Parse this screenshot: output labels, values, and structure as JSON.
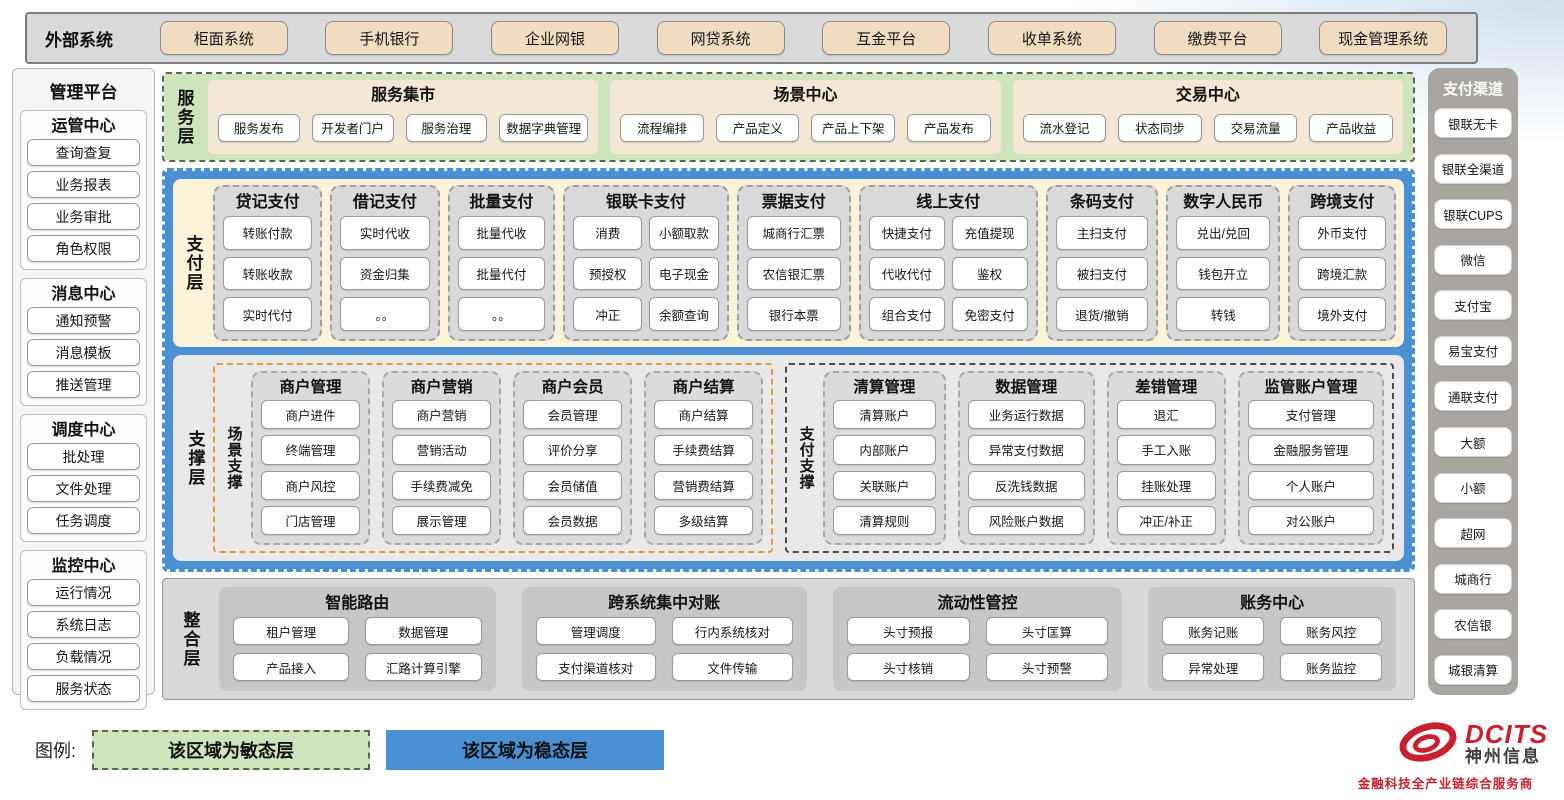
{
  "external_systems": {
    "label": "外部系统",
    "items": [
      "柜面系统",
      "手机银行",
      "企业网银",
      "网贷系统",
      "互金平台",
      "收单系统",
      "缴费平台",
      "现金管理系统"
    ]
  },
  "management_platform": {
    "title": "管理平台",
    "sections": [
      {
        "title": "运管中心",
        "items": [
          "查询查复",
          "业务报表",
          "业务审批",
          "角色权限"
        ]
      },
      {
        "title": "消息中心",
        "items": [
          "通知预警",
          "消息模板",
          "推送管理"
        ]
      },
      {
        "title": "调度中心",
        "items": [
          "批处理",
          "文件处理",
          "任务调度"
        ]
      },
      {
        "title": "监控中心",
        "items": [
          "运行情况",
          "系统日志",
          "负载情况",
          "服务状态"
        ]
      }
    ]
  },
  "service_layer": {
    "label": "服务层",
    "groups": [
      {
        "title": "服务集市",
        "items": [
          "服务发布",
          "开发者门户",
          "服务治理",
          "数据字典管理"
        ]
      },
      {
        "title": "场景中心",
        "items": [
          "流程编排",
          "产品定义",
          "产品上下架",
          "产品发布"
        ]
      },
      {
        "title": "交易中心",
        "items": [
          "流水登记",
          "状态同步",
          "交易流量",
          "产品收益"
        ]
      }
    ]
  },
  "payment_layer": {
    "label": "支付层",
    "columns": [
      {
        "title": "贷记支付",
        "items": [
          "转账付款",
          "转账收款",
          "实时代付"
        ]
      },
      {
        "title": "借记支付",
        "items": [
          "实时代收",
          "资金归集",
          "。。"
        ]
      },
      {
        "title": "批量支付",
        "items": [
          "批量代收",
          "批量代付",
          "。。"
        ]
      },
      {
        "title": "银联卡支付",
        "items": [
          "消费",
          "小额取款",
          "预授权",
          "电子现金",
          "冲正",
          "余额查询"
        ]
      },
      {
        "title": "票据支付",
        "items": [
          "城商行汇票",
          "农信银汇票",
          "银行本票"
        ]
      },
      {
        "title": "线上支付",
        "items": [
          "快捷支付",
          "充值提现",
          "代收代付",
          "鉴权",
          "组合支付",
          "免密支付"
        ]
      },
      {
        "title": "条码支付",
        "items": [
          "主扫支付",
          "被扫支付",
          "退货/撤销"
        ]
      },
      {
        "title": "数字人民币",
        "items": [
          "兑出/兑回",
          "钱包开立",
          "转钱"
        ]
      },
      {
        "title": "跨境支付",
        "items": [
          "外币支付",
          "跨境汇款",
          "境外支付"
        ]
      }
    ]
  },
  "support_layer": {
    "label": "支撑层",
    "groups": [
      {
        "label": "场景支撑",
        "columns": [
          {
            "title": "商户管理",
            "items": [
              "商户进件",
              "终端管理",
              "商户风控",
              "门店管理"
            ]
          },
          {
            "title": "商户营销",
            "items": [
              "商户营销",
              "营销活动",
              "手续费减免",
              "展示管理"
            ]
          },
          {
            "title": "商户会员",
            "items": [
              "会员管理",
              "评价分享",
              "会员储值",
              "会员数据"
            ]
          },
          {
            "title": "商户结算",
            "items": [
              "商户结算",
              "手续费结算",
              "营销费结算",
              "多级结算"
            ]
          }
        ]
      },
      {
        "label": "支付支撑",
        "columns": [
          {
            "title": "清算管理",
            "items": [
              "清算账户",
              "内部账户",
              "关联账户",
              "清算规则"
            ]
          },
          {
            "title": "数据管理",
            "items": [
              "业务运行数据",
              "异常支付数据",
              "反洗钱数据",
              "风险账户数据"
            ]
          },
          {
            "title": "差错管理",
            "items": [
              "退汇",
              "手工入账",
              "挂账处理",
              "冲正/补正"
            ]
          },
          {
            "title": "监管账户管理",
            "items": [
              "支付管理",
              "金融服务管理",
              "个人账户",
              "对公账户"
            ]
          }
        ]
      }
    ]
  },
  "integration_layer": {
    "label": "整合层",
    "groups": [
      {
        "title": "智能路由",
        "items": [
          "租户管理",
          "数据管理",
          "产品接入",
          "汇路计算引擎"
        ]
      },
      {
        "title": "跨系统集中对账",
        "items": [
          "管理调度",
          "行内系统核对",
          "支付渠道核对",
          "文件传输"
        ]
      },
      {
        "title": "流动性管控",
        "items": [
          "头寸预报",
          "头寸匡算",
          "头寸核销",
          "头寸预警"
        ]
      },
      {
        "title": "账务中心",
        "items": [
          "账务记账",
          "账务风控",
          "异常处理",
          "账务监控"
        ]
      }
    ]
  },
  "payment_channels": {
    "title": "支付渠道",
    "items": [
      "银联无卡",
      "银联全渠道",
      "银联CUPS",
      "微信",
      "支付宝",
      "易宝支付",
      "通联支付",
      "大额",
      "小额",
      "超网",
      "城商行",
      "农信银",
      "城银清算"
    ]
  },
  "legend": {
    "label": "图例:",
    "items": [
      {
        "text": "该区域为敏态层",
        "color": "#cde4bd"
      },
      {
        "text": "该区域为稳态层",
        "color": "#4a90d2"
      }
    ]
  },
  "logo": {
    "brand": "DCITS",
    "company": "神州信息",
    "tagline": "金融科技全产业链综合服务商"
  },
  "colors": {
    "agile_green": "#cde4bd",
    "stable_blue": "#4a90d2",
    "external_peach": "#f1dcc2",
    "brand_red": "#c8202f"
  }
}
